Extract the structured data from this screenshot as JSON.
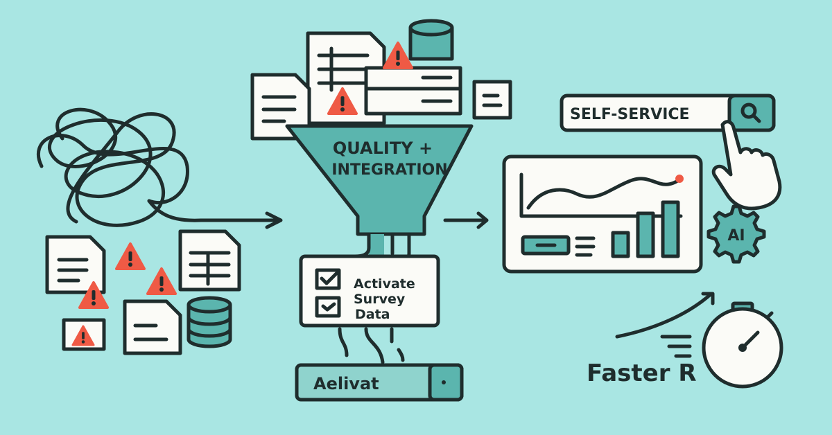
{
  "funnel": {
    "line1": "QUALITY +",
    "line2": "INTEGRATION"
  },
  "checklist": {
    "line1": "Activate",
    "line2": "Survey",
    "line3": "Data"
  },
  "output_bar": {
    "label": "Aelivat"
  },
  "search": {
    "label": "SELF-SERVICE",
    "icon": "search-icon"
  },
  "ai_badge": {
    "label": "AI",
    "icon": "gear-icon"
  },
  "speed": {
    "label": "Faster R",
    "icon": "stopwatch-icon"
  },
  "colors": {
    "background": "#a9e6e3",
    "teal": "#5bb5ae",
    "outline": "#1f2d2d",
    "warning": "#ef5a45",
    "paper": "#fbfbf7"
  }
}
